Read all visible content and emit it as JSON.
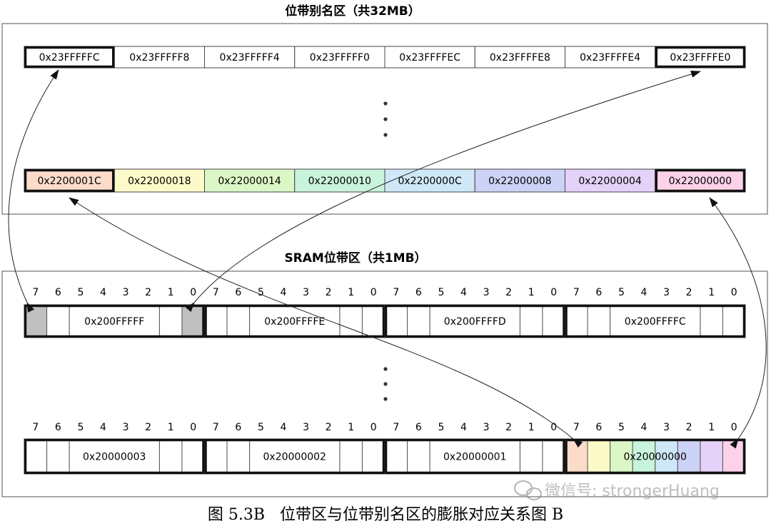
{
  "alias_region": {
    "title": "位带别名区（共32MB）",
    "top_row": [
      "0x23FFFFFC",
      "0x23FFFFF8",
      "0x23FFFFF4",
      "0x23FFFFF0",
      "0x23FFFFEC",
      "0x23FFFFE8",
      "0x23FFFFE4",
      "0x23FFFFE0"
    ],
    "top_row_emphasized": [
      0,
      7
    ],
    "bottom_row": [
      {
        "label": "0x2200001C",
        "color": "#fbdccb"
      },
      {
        "label": "0x22000018",
        "color": "#fdfac9"
      },
      {
        "label": "0x22000014",
        "color": "#dcf7c6"
      },
      {
        "label": "0x22000010",
        "color": "#c9f4dc"
      },
      {
        "label": "0x2200000C",
        "color": "#cfe8f8"
      },
      {
        "label": "0x22000008",
        "color": "#cdd3f6"
      },
      {
        "label": "0x22000004",
        "color": "#e5d2f8"
      },
      {
        "label": "0x22000000",
        "color": "#fbd2e8"
      }
    ],
    "bottom_row_emphasized": [
      0,
      7
    ]
  },
  "sram_region": {
    "title": "SRAM位带区（共1MB）",
    "bit_labels": [
      "7",
      "6",
      "5",
      "4",
      "3",
      "2",
      "1",
      "0"
    ],
    "top_row": {
      "bytes": [
        "0x200FFFFF",
        "0x200FFFFE",
        "0x200FFFFD",
        "0x200FFFFC"
      ],
      "highlight_color": "#c0c0c0"
    },
    "bottom_row": {
      "bytes": [
        "0x20000003",
        "0x20000002",
        "0x20000001",
        "0x20000000"
      ],
      "bit_colors": [
        "#fbdccb",
        "#fdfac9",
        "#dcf7c6",
        "#c9f4dc",
        "#cfe8f8",
        "#cdd3f6",
        "#e5d2f8",
        "#fbd2e8"
      ]
    }
  },
  "ellipsis": "•",
  "watermark": "微信号: strongerHuang",
  "caption": "图 5.3B   位带区与位带别名区的膨胀对应关系图 B"
}
